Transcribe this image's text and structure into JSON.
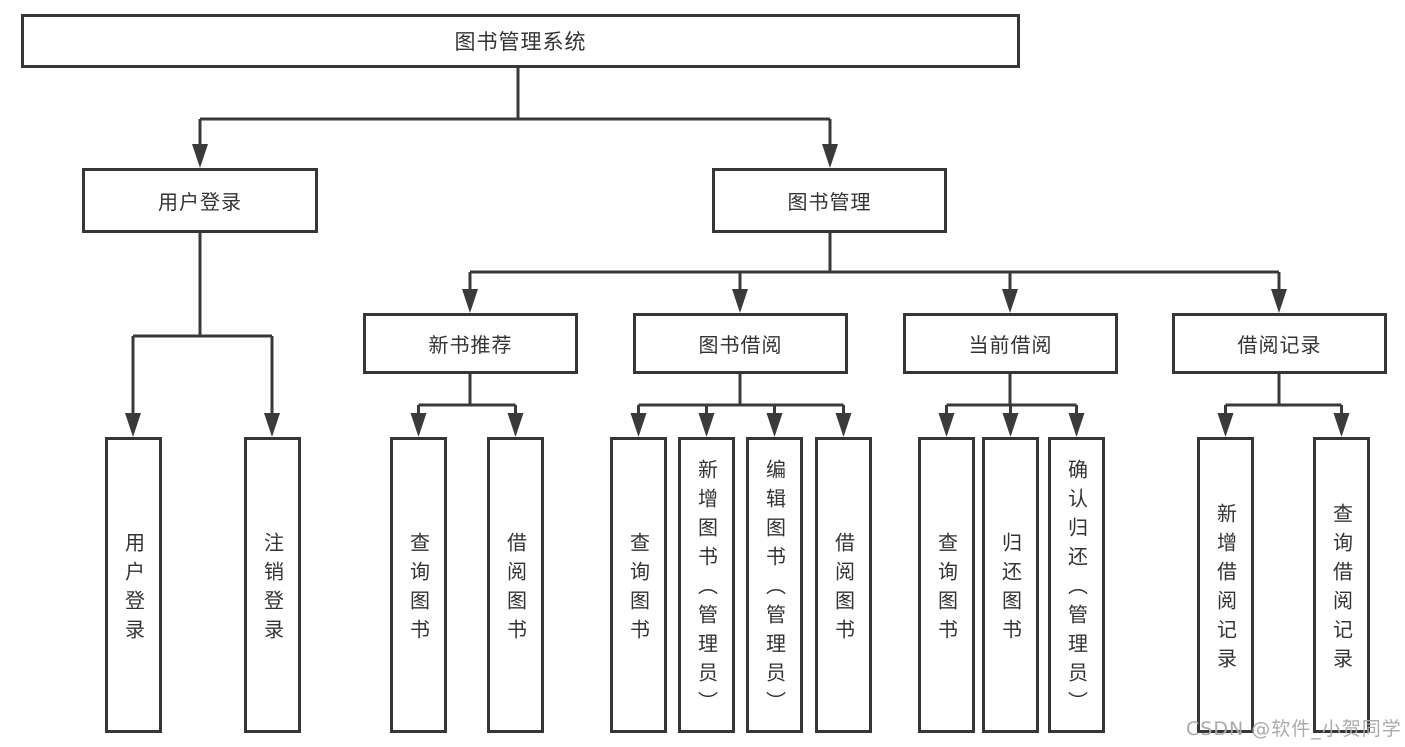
{
  "diagram_title": "图书管理系统",
  "nodes": {
    "root": "图书管理系统",
    "user_login": "用户登录",
    "book_management": "图书管理",
    "new_book_recommendation": "新书推荐",
    "book_borrowing": "图书借阅",
    "current_borrowing": "当前借阅",
    "borrowing_records": "借阅记录",
    "user_login_children": [
      "用户登录",
      "注销登录"
    ],
    "new_book_children": [
      "查询图书",
      "借阅图书"
    ],
    "book_borrowing_children": [
      "查询图书",
      "新增图书（管理员）",
      "编辑图书（管理员）",
      "借阅图书"
    ],
    "current_borrowing_children": [
      "查询图书",
      "归还图书",
      "确认归还（管理员）"
    ],
    "borrowing_records_children": [
      "新增借阅记录",
      "查询借阅记录"
    ]
  },
  "watermark": "CSDN @软件_小贺同学",
  "colors": {
    "line": "#3a3a3a",
    "text": "#333333",
    "background": "#ffffff",
    "watermark": "#ababab"
  }
}
